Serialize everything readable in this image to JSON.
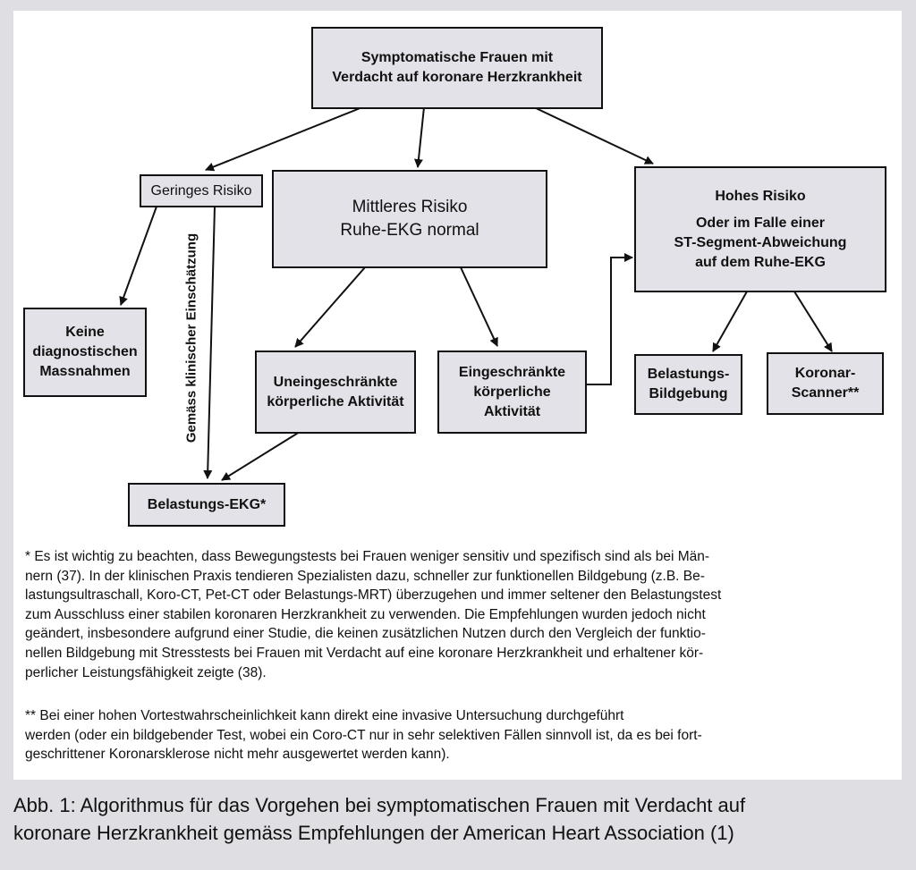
{
  "nodes": {
    "symptomatic": [
      "Symptomatische Frauen mit",
      "Verdacht auf koronare Herzkrankheit"
    ],
    "low_risk": [
      "Geringes Risiko"
    ],
    "medium_risk": [
      "Mittleres Risiko",
      "Ruhe-EKG normal"
    ],
    "high_risk": [
      "Hohes Risiko",
      "Oder im Falle einer",
      "ST-Segment-Abweichung",
      "auf dem Ruhe-EKG"
    ],
    "no_measures": [
      "Keine",
      "diagnostischen",
      "Massnahmen"
    ],
    "unrestricted": [
      "Uneingeschränkte",
      "körperliche Aktivität"
    ],
    "restricted": [
      "Eingeschränkte",
      "körperliche",
      "Aktivität"
    ],
    "stress_imaging": [
      "Belastungs-",
      "Bildgebung"
    ],
    "coronary_scanner": [
      "Koronar-",
      "Scanner**"
    ],
    "stress_ecg": [
      "Belastungs-EKG*"
    ]
  },
  "edge_label": "Gemäss klinischer Einschätzung",
  "footnotes": {
    "note1": [
      "* Es ist wichtig zu beachten, dass Bewegungstests bei Frauen weniger sensitiv und spezifisch sind als bei Män-",
      "nern (37). In der klinischen Praxis tendieren Spezialisten dazu, schneller zur funktionellen Bildgebung (z.B. Be-",
      "lastungsultraschall, Koro-CT, Pet-CT oder Belastungs-MRT) überzugehen und immer seltener den Belastungstest",
      "zum Ausschluss einer stabilen koronaren Herzkrankheit zu verwenden. Die Empfehlungen wurden jedoch nicht",
      "geändert, insbesondere aufgrund einer Studie, die keinen zusätzlichen Nutzen durch den Vergleich der funktio-",
      "nellen Bildgebung mit Stresstests bei Frauen mit Verdacht auf eine koronare Herzkrankheit und erhaltener kör-",
      "perlicher Leistungsfähigkeit zeigte (38)."
    ],
    "note2": [
      "** Bei einer hohen Vortestwahrscheinlichkeit kann direkt eine invasive Untersuchung durchgeführt",
      "werden (oder ein bildgebender Test, wobei ein Coro-CT nur in sehr selektiven Fällen sinnvoll ist, da es bei fort-",
      "geschrittener Koronarsklerose nicht mehr ausgewertet werden kann)."
    ]
  },
  "caption": [
    "Abb. 1: Algorithmus für das Vorgehen bei symptomatischen Frauen mit Verdacht auf",
    "koronare Herzkrankheit gemäss Empfehlungen der American Heart Association (1)"
  ]
}
